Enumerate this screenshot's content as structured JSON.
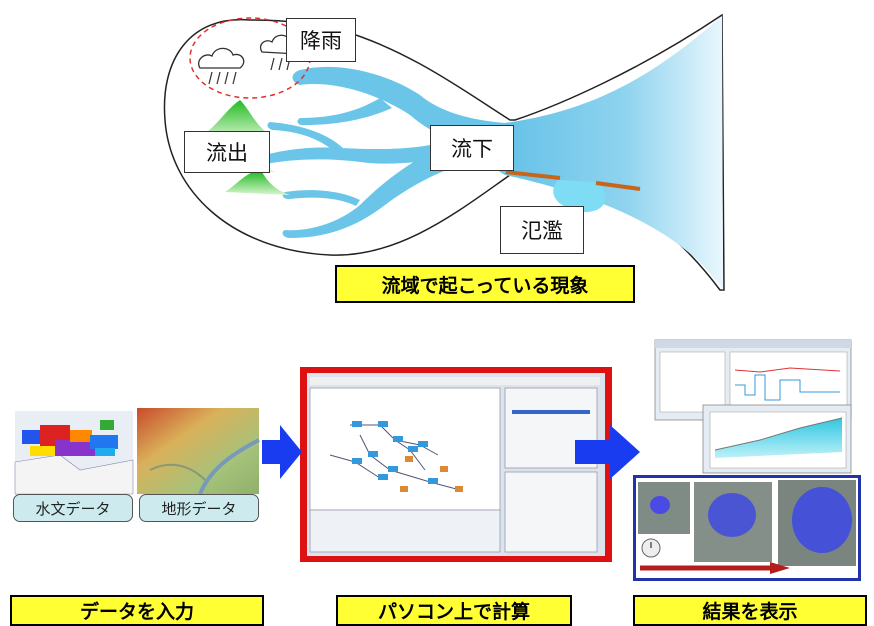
{
  "labels": {
    "rain": "降雨",
    "runoff": "流出",
    "flow": "流下",
    "flood": "氾濫"
  },
  "banners": {
    "phenomena": "流域で起こっている現象",
    "input": "データを入力",
    "compute": "パソコン上で計算",
    "result": "結果を表示"
  },
  "data_labels": {
    "hydro": "水文データ",
    "terrain": "地形データ"
  },
  "colors": {
    "banner_fill": "#ffff33",
    "river": "#7ec8e3",
    "mountain": "#33cc33",
    "arrow": "#1a3cf0",
    "screen_frame": "#dd1111",
    "result_frame": "#2233aa"
  }
}
